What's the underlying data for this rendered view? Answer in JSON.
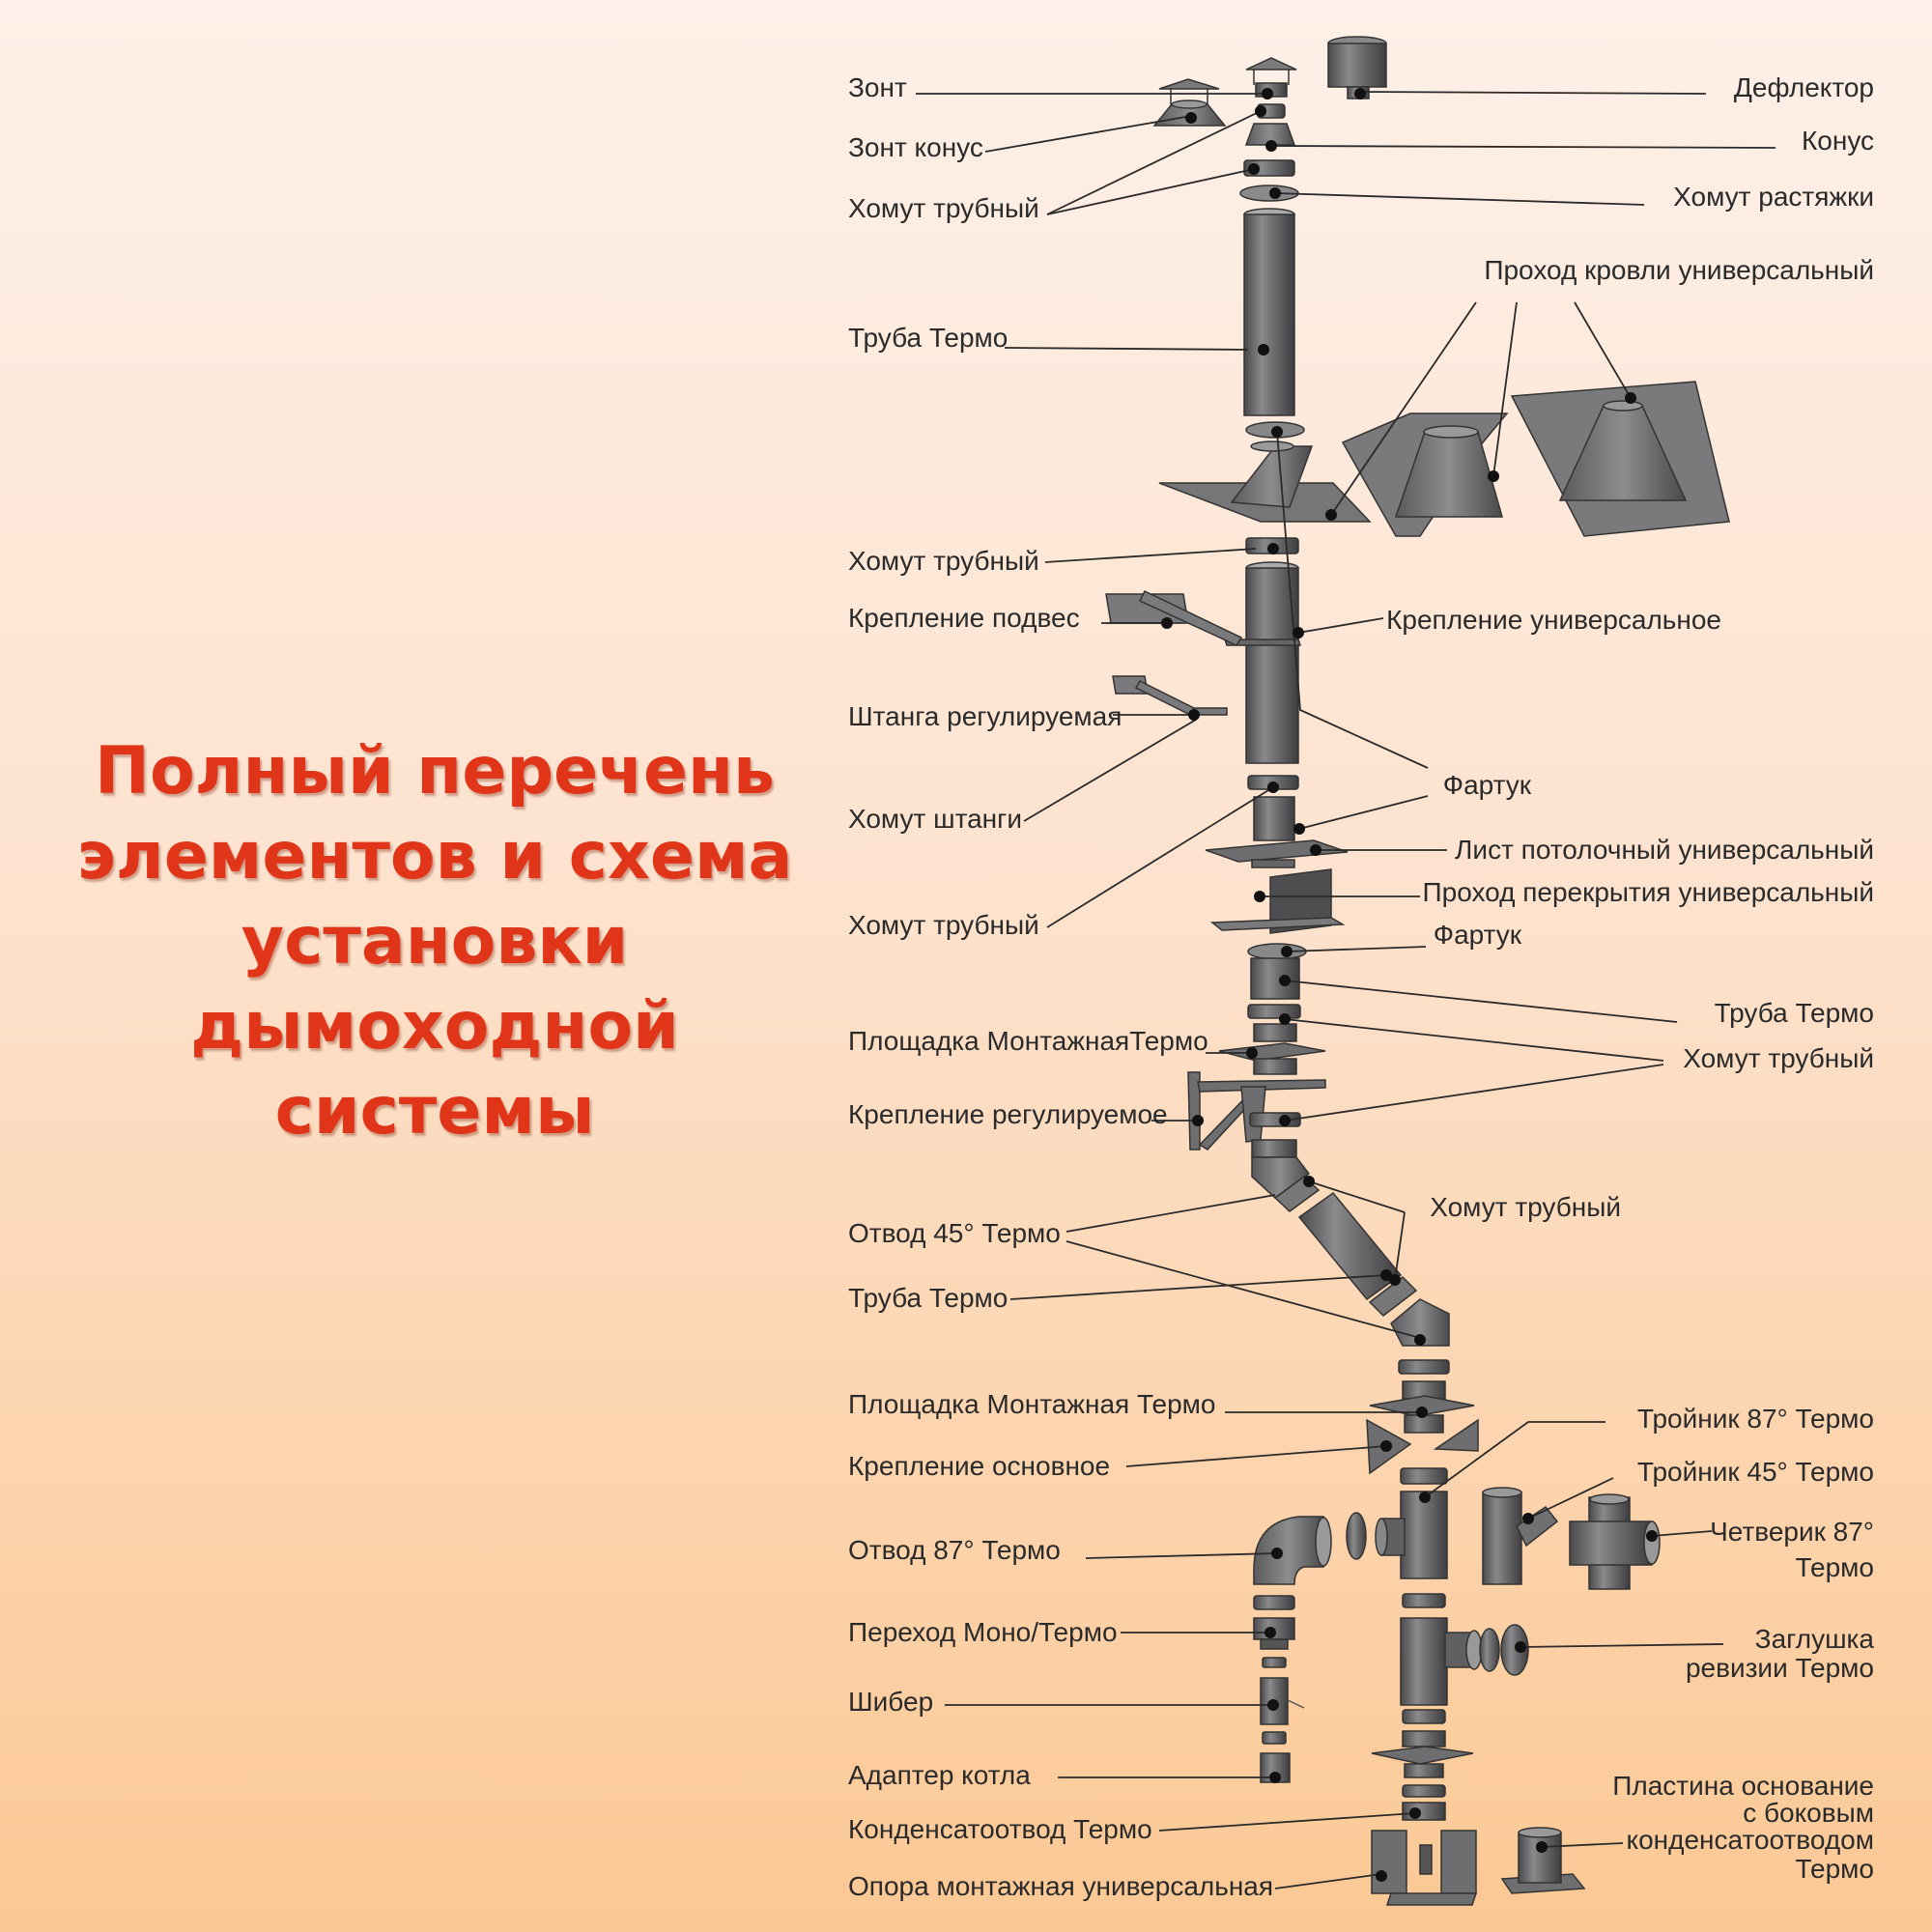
{
  "title_lines": [
    "Полный перечень",
    "элементов и схема",
    "установки",
    "дымоходной",
    "системы"
  ],
  "colors": {
    "title": "#e03518",
    "metal": "#6e6e70",
    "metal_light": "#a9a9ab",
    "metal_dark": "#3c3c3e",
    "leader": "#2a2a2a"
  },
  "labels_left": [
    {
      "id": "zont",
      "text": "Зонт"
    },
    {
      "id": "zont-konus",
      "text": "Зонт конус"
    },
    {
      "id": "khomut-1",
      "text": "Хомут трубный"
    },
    {
      "id": "truba-1",
      "text": "Труба Термо"
    },
    {
      "id": "khomut-2",
      "text": "Хомут трубный"
    },
    {
      "id": "kreplenie-podves",
      "text": "Крепление подвес"
    },
    {
      "id": "shtanga",
      "text": "Штанга регулируемая"
    },
    {
      "id": "khomut-shtangi",
      "text": "Хомут штанги"
    },
    {
      "id": "khomut-3",
      "text": "Хомут трубный"
    },
    {
      "id": "ploshchadka-1",
      "text": "Площадка МонтажнаяТермо"
    },
    {
      "id": "kreplenie-reg",
      "text": "Крепление регулируемое"
    },
    {
      "id": "otvod-45",
      "text": "Отвод 45° Термо"
    },
    {
      "id": "truba-3",
      "text": "Труба Термо"
    },
    {
      "id": "ploshchadka-2",
      "text": "Площадка Монтажная Термо"
    },
    {
      "id": "kreplenie-osn",
      "text": "Крепление основное"
    },
    {
      "id": "otvod-87",
      "text": "Отвод 87° Термо"
    },
    {
      "id": "perekhod",
      "text": "Переход Моно/Термо"
    },
    {
      "id": "shiber",
      "text": "Шибер"
    },
    {
      "id": "adapter",
      "text": "Адаптер котла"
    },
    {
      "id": "kondensat",
      "text": "Конденсатоотвод Термо"
    },
    {
      "id": "opora",
      "text": "Опора монтажная универсальная"
    }
  ],
  "labels_right": [
    {
      "id": "deflektor",
      "text": "Дефлектор"
    },
    {
      "id": "konus",
      "text": "Конус"
    },
    {
      "id": "khomut-rast",
      "text": "Хомут растяжки"
    },
    {
      "id": "prokhod-krovli",
      "text": "Проход кровли универсальный"
    },
    {
      "id": "kreplenie-univ",
      "text": "Крепление универсальное"
    },
    {
      "id": "fartuk-1",
      "text": "Фартук"
    },
    {
      "id": "list-potol",
      "text": "Лист потолочный универсальный"
    },
    {
      "id": "prokhod-perekr",
      "text": "Проход перекрытия универсальный"
    },
    {
      "id": "fartuk-2",
      "text": "Фартук"
    },
    {
      "id": "truba-2",
      "text": "Труба Термо"
    },
    {
      "id": "khomut-4",
      "text": "Хомут трубный"
    },
    {
      "id": "khomut-5",
      "text": "Хомут трубный"
    },
    {
      "id": "troynik-87",
      "text": "Тройник 87° Термо"
    },
    {
      "id": "troynik-45",
      "text": "Тройник 45° Термо"
    },
    {
      "id": "chetverik-1",
      "text": "Четверик 87°"
    },
    {
      "id": "chetverik-2",
      "text": "Термо"
    },
    {
      "id": "zaglushka-1",
      "text": "Заглушка"
    },
    {
      "id": "zaglushka-2",
      "text": "ревизии Термо"
    },
    {
      "id": "plastina-1",
      "text": "Пластина основание"
    },
    {
      "id": "plastina-2",
      "text": "с боковым"
    },
    {
      "id": "plastina-3",
      "text": "конденсатоотводом"
    },
    {
      "id": "plastina-4",
      "text": "Термо"
    }
  ]
}
